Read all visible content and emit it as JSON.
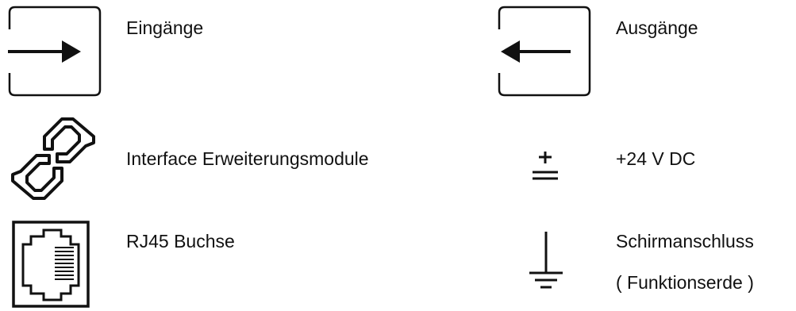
{
  "legend": {
    "inputs": {
      "icon": "input-arrow-icon",
      "label": "Eingänge"
    },
    "outputs": {
      "icon": "output-arrow-icon",
      "label": "Ausgänge"
    },
    "expansion_interface": {
      "icon": "chain-link-icon",
      "label": "Interface Erweiterungsmodule"
    },
    "power": {
      "icon": "plus-minus-dc-icon",
      "label": "+24 V DC"
    },
    "rj45": {
      "icon": "rj45-socket-icon",
      "label": "RJ45 Buchse"
    },
    "shield": {
      "icon": "ground-icon",
      "label_line1": "Schirmanschluss",
      "label_line2": "( Funktionserde )"
    }
  }
}
